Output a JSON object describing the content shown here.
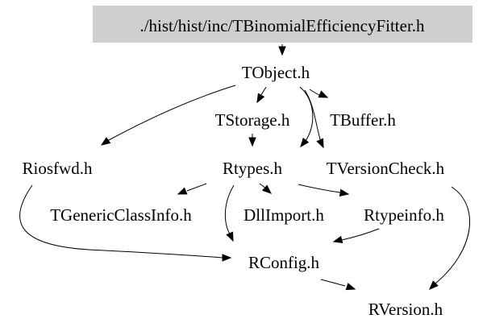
{
  "diagram": {
    "type": "include-dependency-graph",
    "nodes": [
      {
        "id": "root",
        "label": "./hist/hist/inc/TBinomialEfficiencyFitter.h",
        "highlighted": true
      },
      {
        "id": "tobject",
        "label": "TObject.h"
      },
      {
        "id": "tstorage",
        "label": "TStorage.h"
      },
      {
        "id": "tbuffer",
        "label": "TBuffer.h"
      },
      {
        "id": "riosfwd",
        "label": "Riosfwd.h"
      },
      {
        "id": "rtypes",
        "label": "Rtypes.h"
      },
      {
        "id": "tversioncheck",
        "label": "TVersionCheck.h"
      },
      {
        "id": "tgenericclassinfo",
        "label": "TGenericClassInfo.h"
      },
      {
        "id": "dllimport",
        "label": "DllImport.h"
      },
      {
        "id": "rtypeinfo",
        "label": "Rtypeinfo.h"
      },
      {
        "id": "rconfig",
        "label": "RConfig.h"
      },
      {
        "id": "rversion",
        "label": "RVersion.h"
      }
    ],
    "edges": [
      {
        "from": "root",
        "to": "tobject"
      },
      {
        "from": "tobject",
        "to": "tstorage"
      },
      {
        "from": "tobject",
        "to": "tbuffer"
      },
      {
        "from": "tobject",
        "to": "riosfwd"
      },
      {
        "from": "tobject",
        "to": "rtypes"
      },
      {
        "from": "tobject",
        "to": "tversioncheck"
      },
      {
        "from": "tstorage",
        "to": "rtypes"
      },
      {
        "from": "rtypes",
        "to": "tgenericclassinfo"
      },
      {
        "from": "rtypes",
        "to": "dllimport"
      },
      {
        "from": "rtypes",
        "to": "rtypeinfo"
      },
      {
        "from": "rtypes",
        "to": "rconfig"
      },
      {
        "from": "riosfwd",
        "to": "rconfig"
      },
      {
        "from": "rtypeinfo",
        "to": "rconfig"
      },
      {
        "from": "rconfig",
        "to": "rversion"
      },
      {
        "from": "tversioncheck",
        "to": "rversion"
      }
    ]
  },
  "colors": {
    "title_background": "#cfcfcf",
    "edge": "#000000",
    "text": "#000000",
    "background": "#ffffff"
  }
}
